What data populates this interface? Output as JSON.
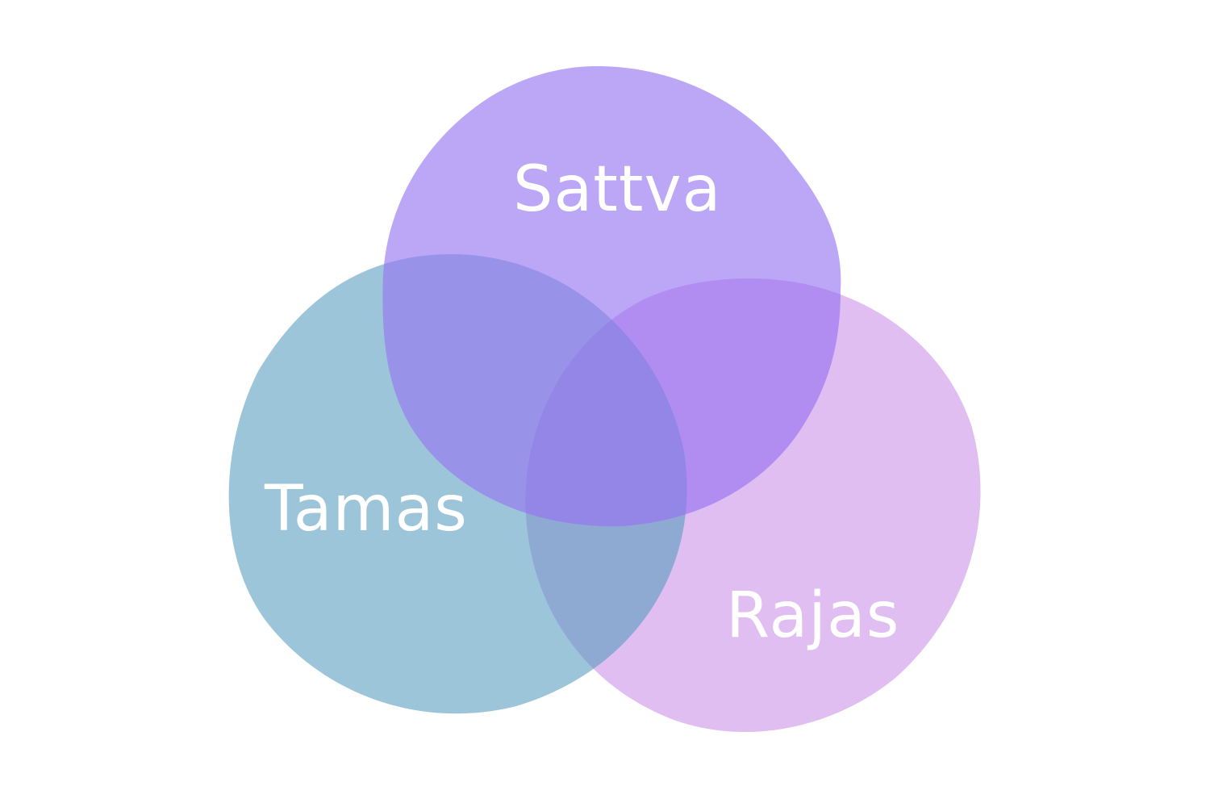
{
  "diagram": {
    "type": "venn",
    "sets": [
      {
        "id": "sattva",
        "label": "Sattva",
        "color": "#bca6f6"
      },
      {
        "id": "tamas",
        "label": "Tamas",
        "color": "#9dc5da"
      },
      {
        "id": "rajas",
        "label": "Rajas",
        "color": "#e0bef1"
      }
    ],
    "overlap_colors": {
      "sattva_tamas": "#9893e8",
      "sattva_rajas": "#b18df2",
      "tamas_rajas": "#8eaad3",
      "all": "#9386e6"
    }
  }
}
